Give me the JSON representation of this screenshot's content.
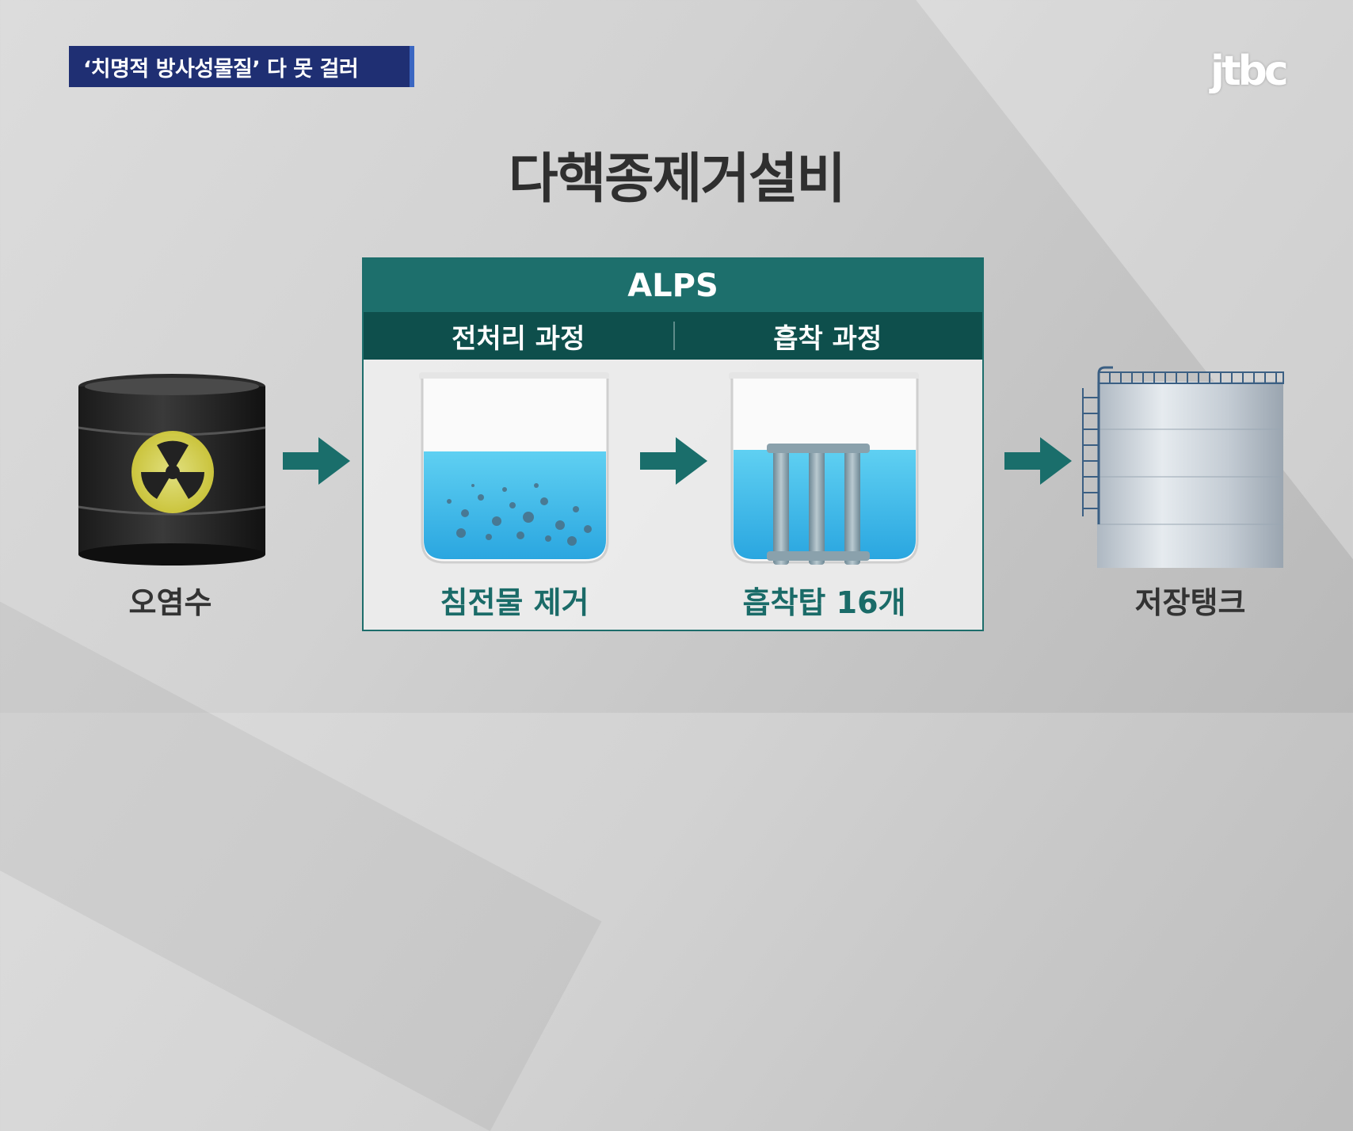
{
  "caption": "‘치명적 방사성물질’ 다 못 걸러",
  "logo": "jtbc",
  "title": "다핵종제거설비",
  "alps": {
    "header": "ALPS",
    "stages": [
      "전처리 과정",
      "흡착 과정"
    ],
    "labels": [
      "침전물 제거",
      "흡착탑 16개"
    ]
  },
  "left_label": "오염수",
  "right_label": "저장탱크",
  "colors": {
    "teal": "#1d6f6c",
    "dark_teal": "#0e4f4c",
    "arrow": "#1a6e6b",
    "caption_bg": "#1f2f73"
  },
  "icons": [
    "radiation-barrel-icon",
    "beaker-sediment-icon",
    "beaker-adsorption-icon",
    "storage-tank-icon",
    "arrow-right-icon"
  ]
}
